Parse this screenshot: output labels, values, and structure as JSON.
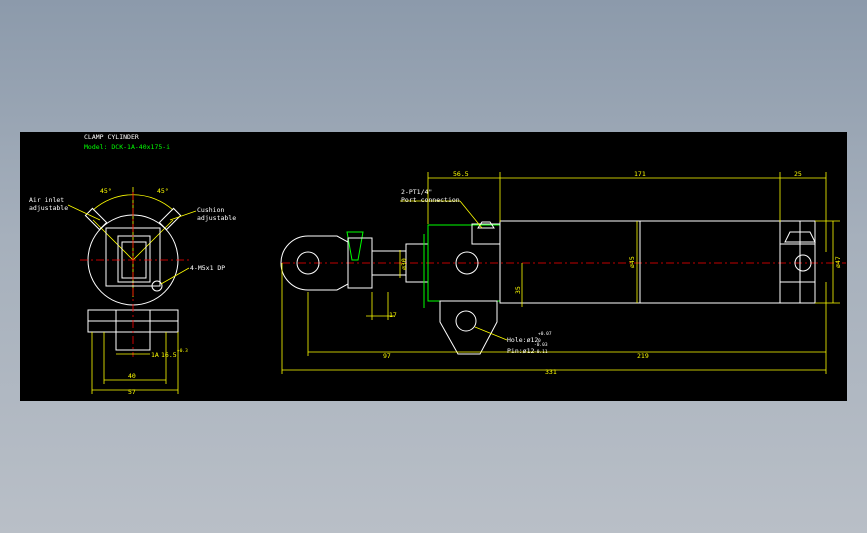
{
  "title": "CLAMP CYLINDER",
  "model": "Model: DCK-1A-40x175-i",
  "side_view": {
    "angle_left": "45°",
    "angle_right": "45°",
    "air_inlet_line1": "Air inlet",
    "air_inlet_line2": "adjustable",
    "cushion_line1": "Cushion",
    "cushion_line2": "adjustable",
    "thread_note": "4-M5x1 DP",
    "dim_slot": "1A",
    "dim_slot_mid": "16.5",
    "dim_slot_tol": "+0.3",
    "dim_40": "40",
    "dim_57": "57"
  },
  "front_view": {
    "port_note_line1": "2-PT1/4\"",
    "port_note_line2": "Port connection",
    "dim_56_5": "56.5",
    "dim_171": "171",
    "dim_25": "25",
    "dim_phi45": "ø45",
    "dim_phi47": "ø47",
    "dim_phi30": "ø30",
    "dim_35": "35",
    "dim_17": "17",
    "hole_note": "Hole:ø12",
    "hole_tol_top": "+0.07",
    "hole_tol_bot": "0",
    "pin_note": "Pin:ø12",
    "pin_tol_top": "-0.03",
    "pin_tol_bot": "-0.11",
    "dim_97": "97",
    "dim_219": "219",
    "dim_331": "331"
  }
}
